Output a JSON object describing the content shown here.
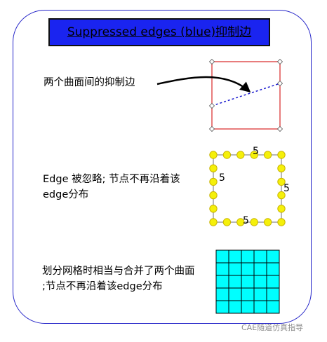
{
  "title": "Suppressed edges (blue)抑制边",
  "section1": {
    "label": "两个曲面间的抑制边"
  },
  "section2": {
    "line1": "Edge 被忽略; 节点不再沿着该",
    "line2": "edge分布",
    "node_counts": [
      "5",
      "5",
      "5",
      "5"
    ]
  },
  "section3": {
    "line1": "划分网格时相当与合并了两个曲面",
    "line2": ";节点不再沿着该edge分布"
  },
  "watermark": "CAE随道仿真指导",
  "colors": {
    "frame": "#2323c8",
    "title_bg": "#1a24f0",
    "square_edge": "#e05050",
    "suppressed_edge": "#1a1ad0",
    "node_fill": "#f5f00a",
    "mesh_fill": "#00ffff"
  }
}
